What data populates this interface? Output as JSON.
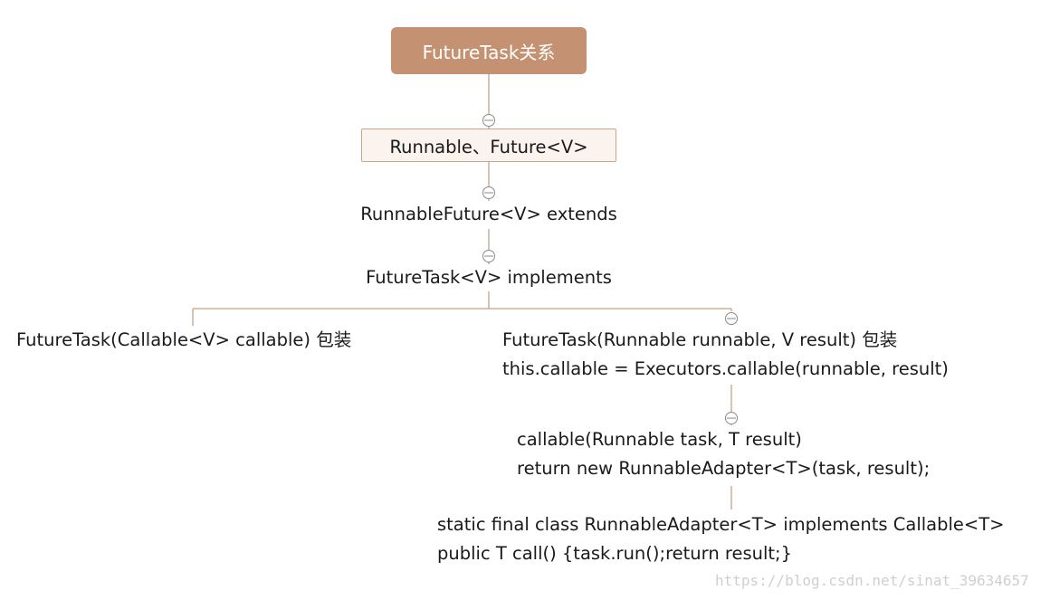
{
  "diagram": {
    "root": "FutureTask关系",
    "level1": "Runnable、Future<V>",
    "level2": "RunnableFuture<V> extends",
    "level3": "FutureTask<V> implements",
    "left_branch": "FutureTask(Callable<V> callable) 包装",
    "right_branch": {
      "line1": "FutureTask(Runnable runnable, V result) 包装",
      "line2": "this.callable = Executors.callable(runnable, result)"
    },
    "callable_node": {
      "line1": "callable(Runnable task, T result)",
      "line2": "return new RunnableAdapter<T>(task, result);"
    },
    "adapter_node": {
      "line1": "static final class RunnableAdapter<T> implements Callable<T>",
      "line2": "public T call() {task.run();return result;}"
    }
  },
  "watermark": "https://blog.csdn.net/sinat_39634657",
  "colors": {
    "root_fill": "#c49272",
    "connector": "#c4a088",
    "box_fill": "#faf3ee",
    "box_border": "#cfa38a"
  }
}
